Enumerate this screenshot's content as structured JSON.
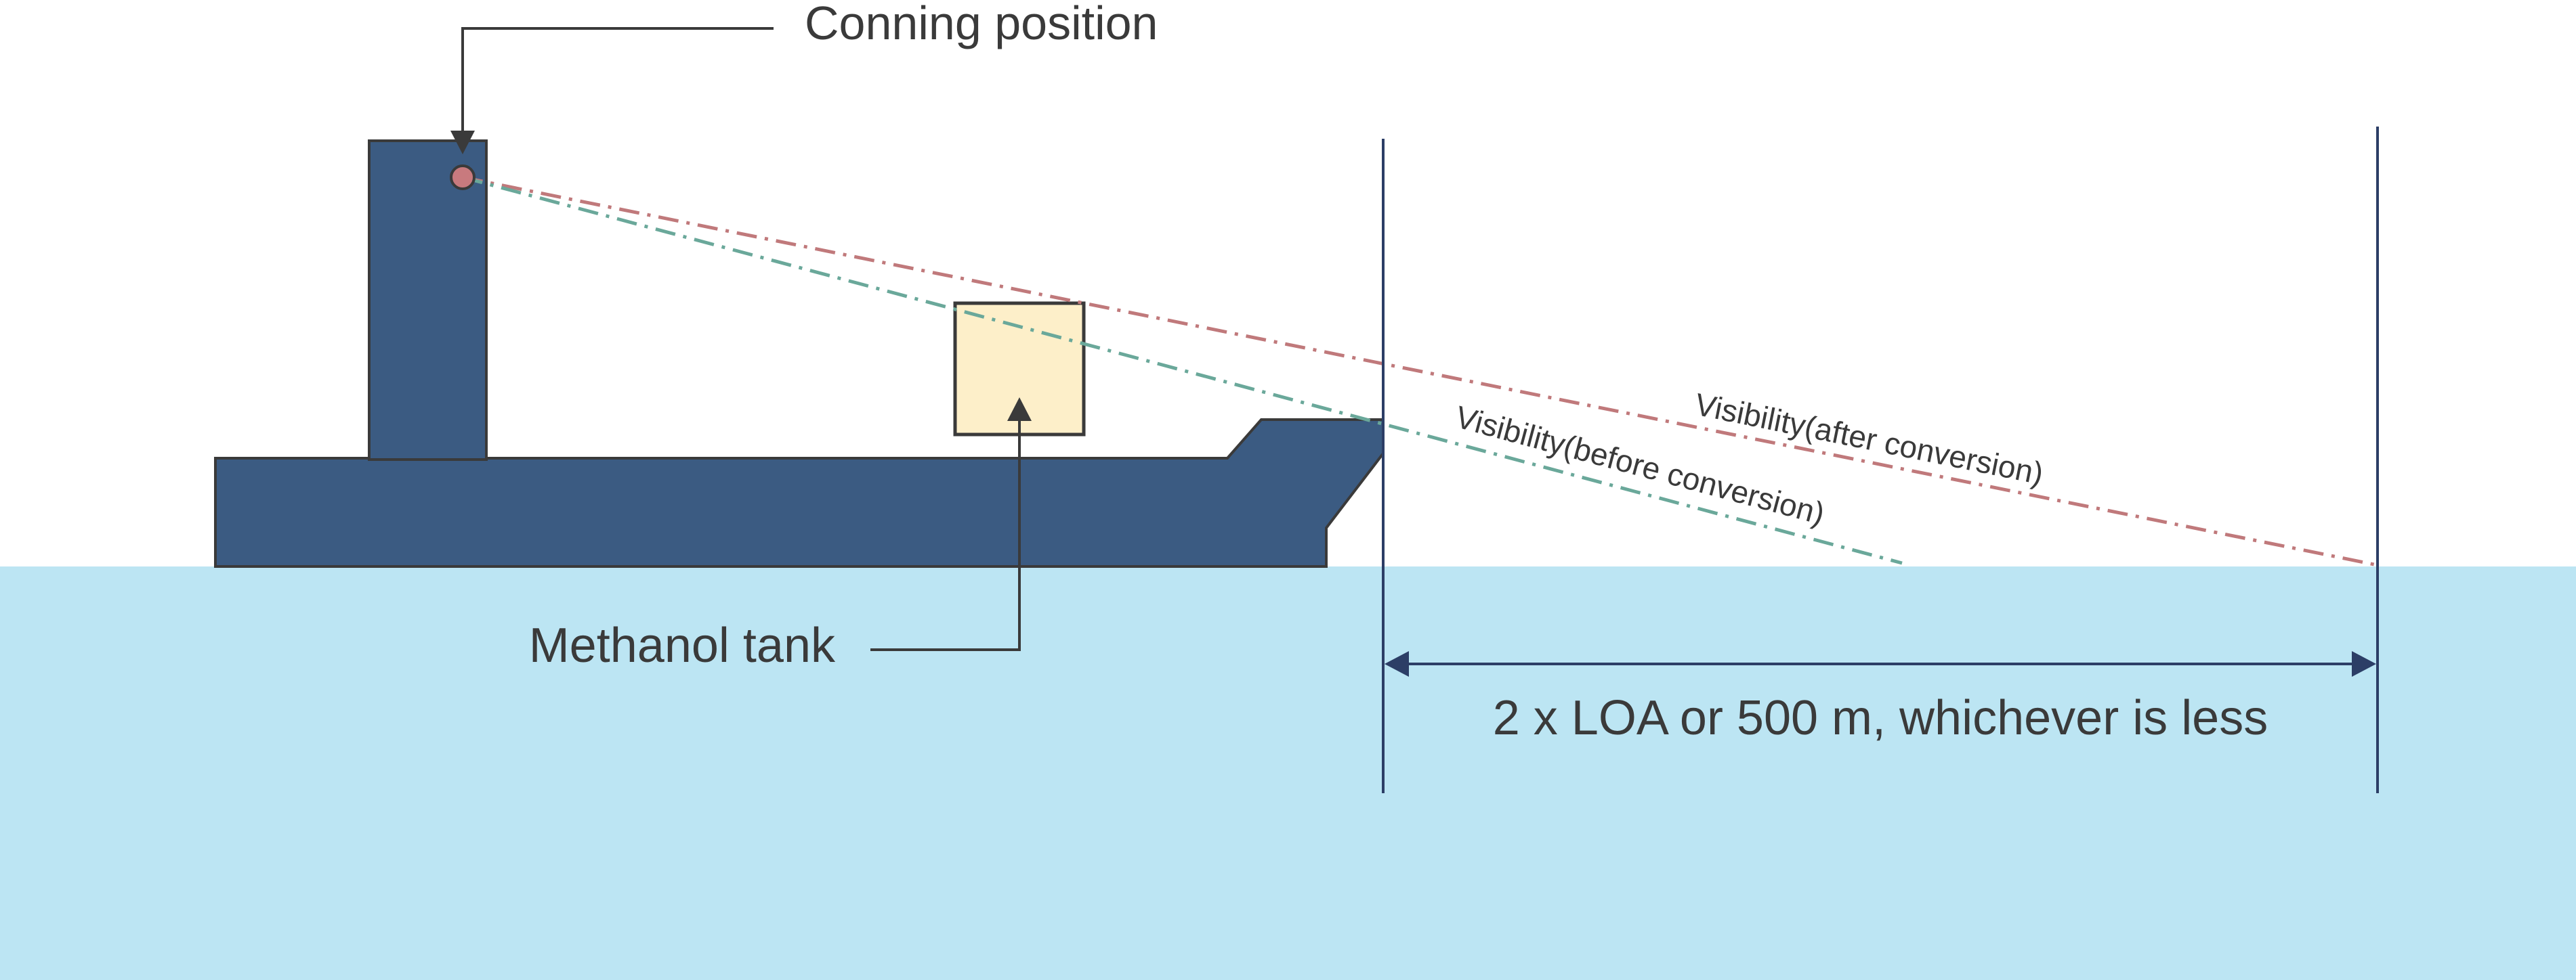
{
  "labels": {
    "conning_position": "Conning position",
    "methanol_tank": "Methanol tank",
    "visibility_after": "Visibility(after conversion)",
    "visibility_before": "Visibility(before conversion)",
    "distance": "2 x LOA or 500 m, whichever is less"
  },
  "colors": {
    "sea": "#bce5f3",
    "hull": "#3b5b82",
    "tank_fill": "#fdefc9",
    "outline": "#3a3a3a",
    "dimension_line": "#2c3e66",
    "visibility_after_line": "#c0797b",
    "visibility_before_line": "#6aa89a",
    "conning_dot": "#c87a7e"
  }
}
